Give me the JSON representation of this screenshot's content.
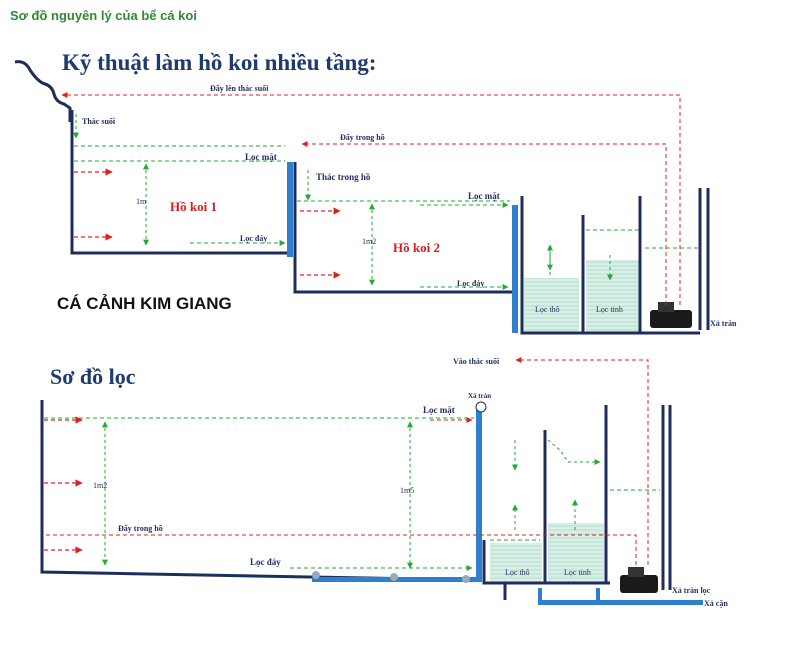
{
  "page_title": "Sơ đồ nguyên lý của bể cá koi",
  "top_diagram": {
    "heading": "Kỹ thuật làm hồ koi nhiều tầng:",
    "labels": {
      "day_len_thac_suoi": "Đẩy lên thác suối",
      "thac_suoi": "Thác suối",
      "day_trong_ho": "Đẩy trong hồ",
      "loc_mat_1": "Lọc mặt",
      "thac_trong_ho": "Thác trong hồ",
      "loc_mat_2": "Lọc mặt",
      "loc_day_1": "Lọc đáy",
      "loc_day_2": "Lọc đáy",
      "ho_koi_1": "Hồ koi 1",
      "ho_koi_2": "Hồ koi 2",
      "depth_1": "1m",
      "depth_2": "1m2",
      "loc_tho": "Lọc thô",
      "loc_tinh": "Lọc tinh",
      "xa_tran": "Xả tràn"
    }
  },
  "brand": "CÁ CẢNH KIM GIANG",
  "bottom_diagram": {
    "heading": "Sơ đồ lọc",
    "labels": {
      "vao_thac_suoi": "Vào thác suối",
      "xa_tran_top": "Xả tràn",
      "loc_mat": "Lọc mặt",
      "depth_left": "1m2",
      "depth_right": "1m5",
      "day_trong_ho": "Đẩy trong hồ",
      "loc_day": "Lọc đáy",
      "loc_tho": "Lọc thô",
      "loc_tinh": "Lọc tinh",
      "xa_tran_loc": "Xả tràn lọc",
      "xa_can": "Xả cặn"
    }
  },
  "colors": {
    "wall": "#1f2d5c",
    "arrow_red": "#e02020",
    "arrow_green": "#22aa33",
    "pipe_blue": "#2f7fd0",
    "water": "#cfe8e0",
    "heading": "#1f3a6e",
    "koi_label": "#d42020"
  }
}
